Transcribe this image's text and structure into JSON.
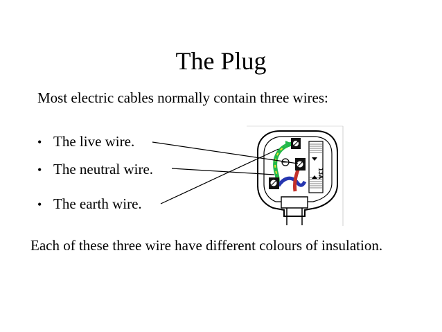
{
  "slide": {
    "title": "The Plug",
    "intro": "Most electric cables normally contain three wires:",
    "bullets": [
      {
        "label": "The live wire."
      },
      {
        "label": "The neutral wire."
      },
      {
        "label": "The earth wire."
      }
    ],
    "outro": "Each of these three wire have different colours of insulation.",
    "bullet_glyph": "•"
  },
  "plug": {
    "fuse_rating": "13A",
    "wire_colors": {
      "earth": "#22b84a",
      "earth_stripe": "#e8e030",
      "live": "#c4302a",
      "neutral": "#2636b0"
    }
  }
}
